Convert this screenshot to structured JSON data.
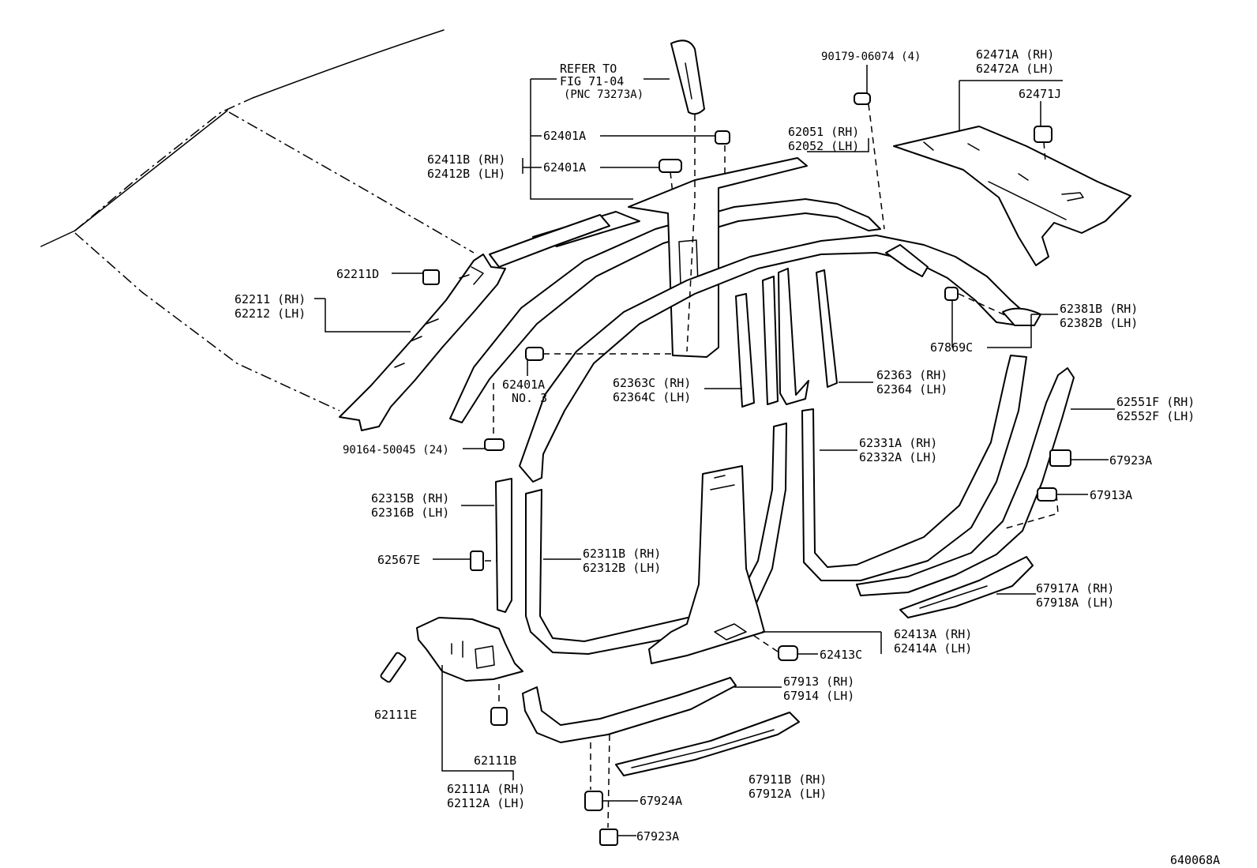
{
  "diagram": {
    "figure_code": "640068A",
    "labels": {
      "refer_to_1": "REFER TO",
      "refer_to_2": "FIG 71-04",
      "refer_to_3": "(PNC 73273A)",
      "p90179": "90179-06074 (4)",
      "p62471A": "62471A (RH)",
      "p62472A": "62472A (LH)",
      "p62471J": "62471J",
      "p62401A_top": "62401A",
      "p62051": "62051 (RH)",
      "p62052": "62052 (LH)",
      "p62411B": "62411B (RH)",
      "p62412B": "62412B (LH)",
      "p62401A_mid": "62401A",
      "p62211D": "62211D",
      "p62211": "62211 (RH)",
      "p62212": "62212 (LH)",
      "p62381B": "62381B (RH)",
      "p62382B": "62382B (LH)",
      "p67869C": "67869C",
      "p62401A_no3a": "62401A",
      "p62401A_no3b": "NO. 3",
      "p62363C": "62363C (RH)",
      "p62364C": "62364C (LH)",
      "p62363": "62363 (RH)",
      "p62364": "62364 (LH)",
      "p62551F": "62551F (RH)",
      "p62552F": "62552F (LH)",
      "p90164": "90164-50045 (24)",
      "p62331A": "62331A (RH)",
      "p62332A": "62332A (LH)",
      "p67923A_r": "67923A",
      "p67913A": "67913A",
      "p62315B": "62315B (RH)",
      "p62316B": "62316B (LH)",
      "p62567E": "62567E",
      "p62311B": "62311B (RH)",
      "p62312B": "62312B (LH)",
      "p67917A": "67917A (RH)",
      "p67918A": "67918A (LH)",
      "p62413A": "62413A (RH)",
      "p62414A": "62414A (LH)",
      "p62413C": "62413C",
      "p67913": "67913 (RH)",
      "p67914": "67914 (LH)",
      "p62111E": "62111E",
      "p62111B": "62111B",
      "p67911B": "67911B (RH)",
      "p67912A": "67912A (LH)",
      "p62111A": "62111A (RH)",
      "p62112A": "62112A (LH)",
      "p67924A": "67924A",
      "p67923A_b": "67923A"
    }
  }
}
